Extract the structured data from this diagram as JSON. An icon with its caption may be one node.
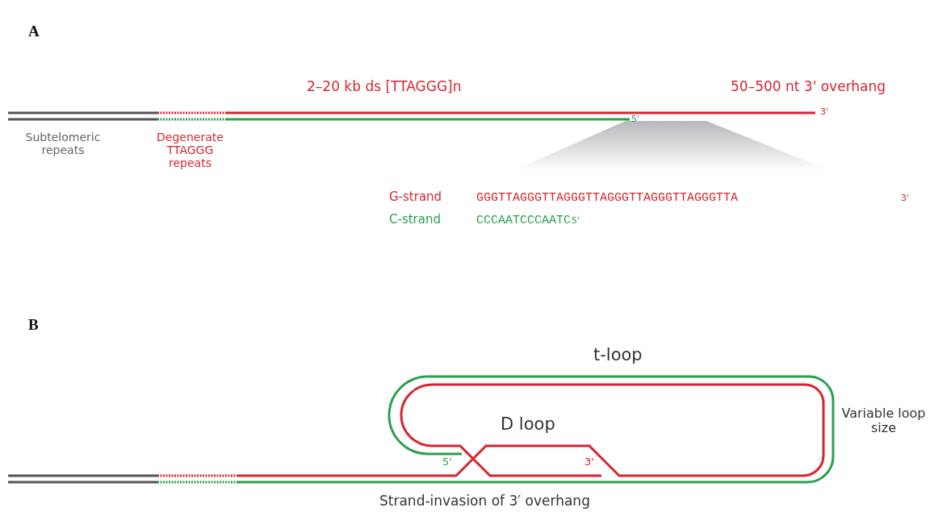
{
  "diagram": {
    "labels": [
      "A",
      "2–20 kb ds [TTAGGG]n",
      "50–500 nt 3' overhang",
      "3'",
      "5'",
      "Subtelomeric repeats",
      "Degenerate TTAGGG repeats",
      "G-strand",
      "GGGTTAGGGTTAGGGTTAGGGTTAGGGTTAGGGTTA",
      "3'",
      "C-strand",
      "CCCAATCCCAATC",
      "5'",
      "B",
      "t-loop",
      "D loop",
      "Variable loop size",
      "5'",
      "3'",
      "Strand-invasion of 3′ overhang"
    ]
  }
}
